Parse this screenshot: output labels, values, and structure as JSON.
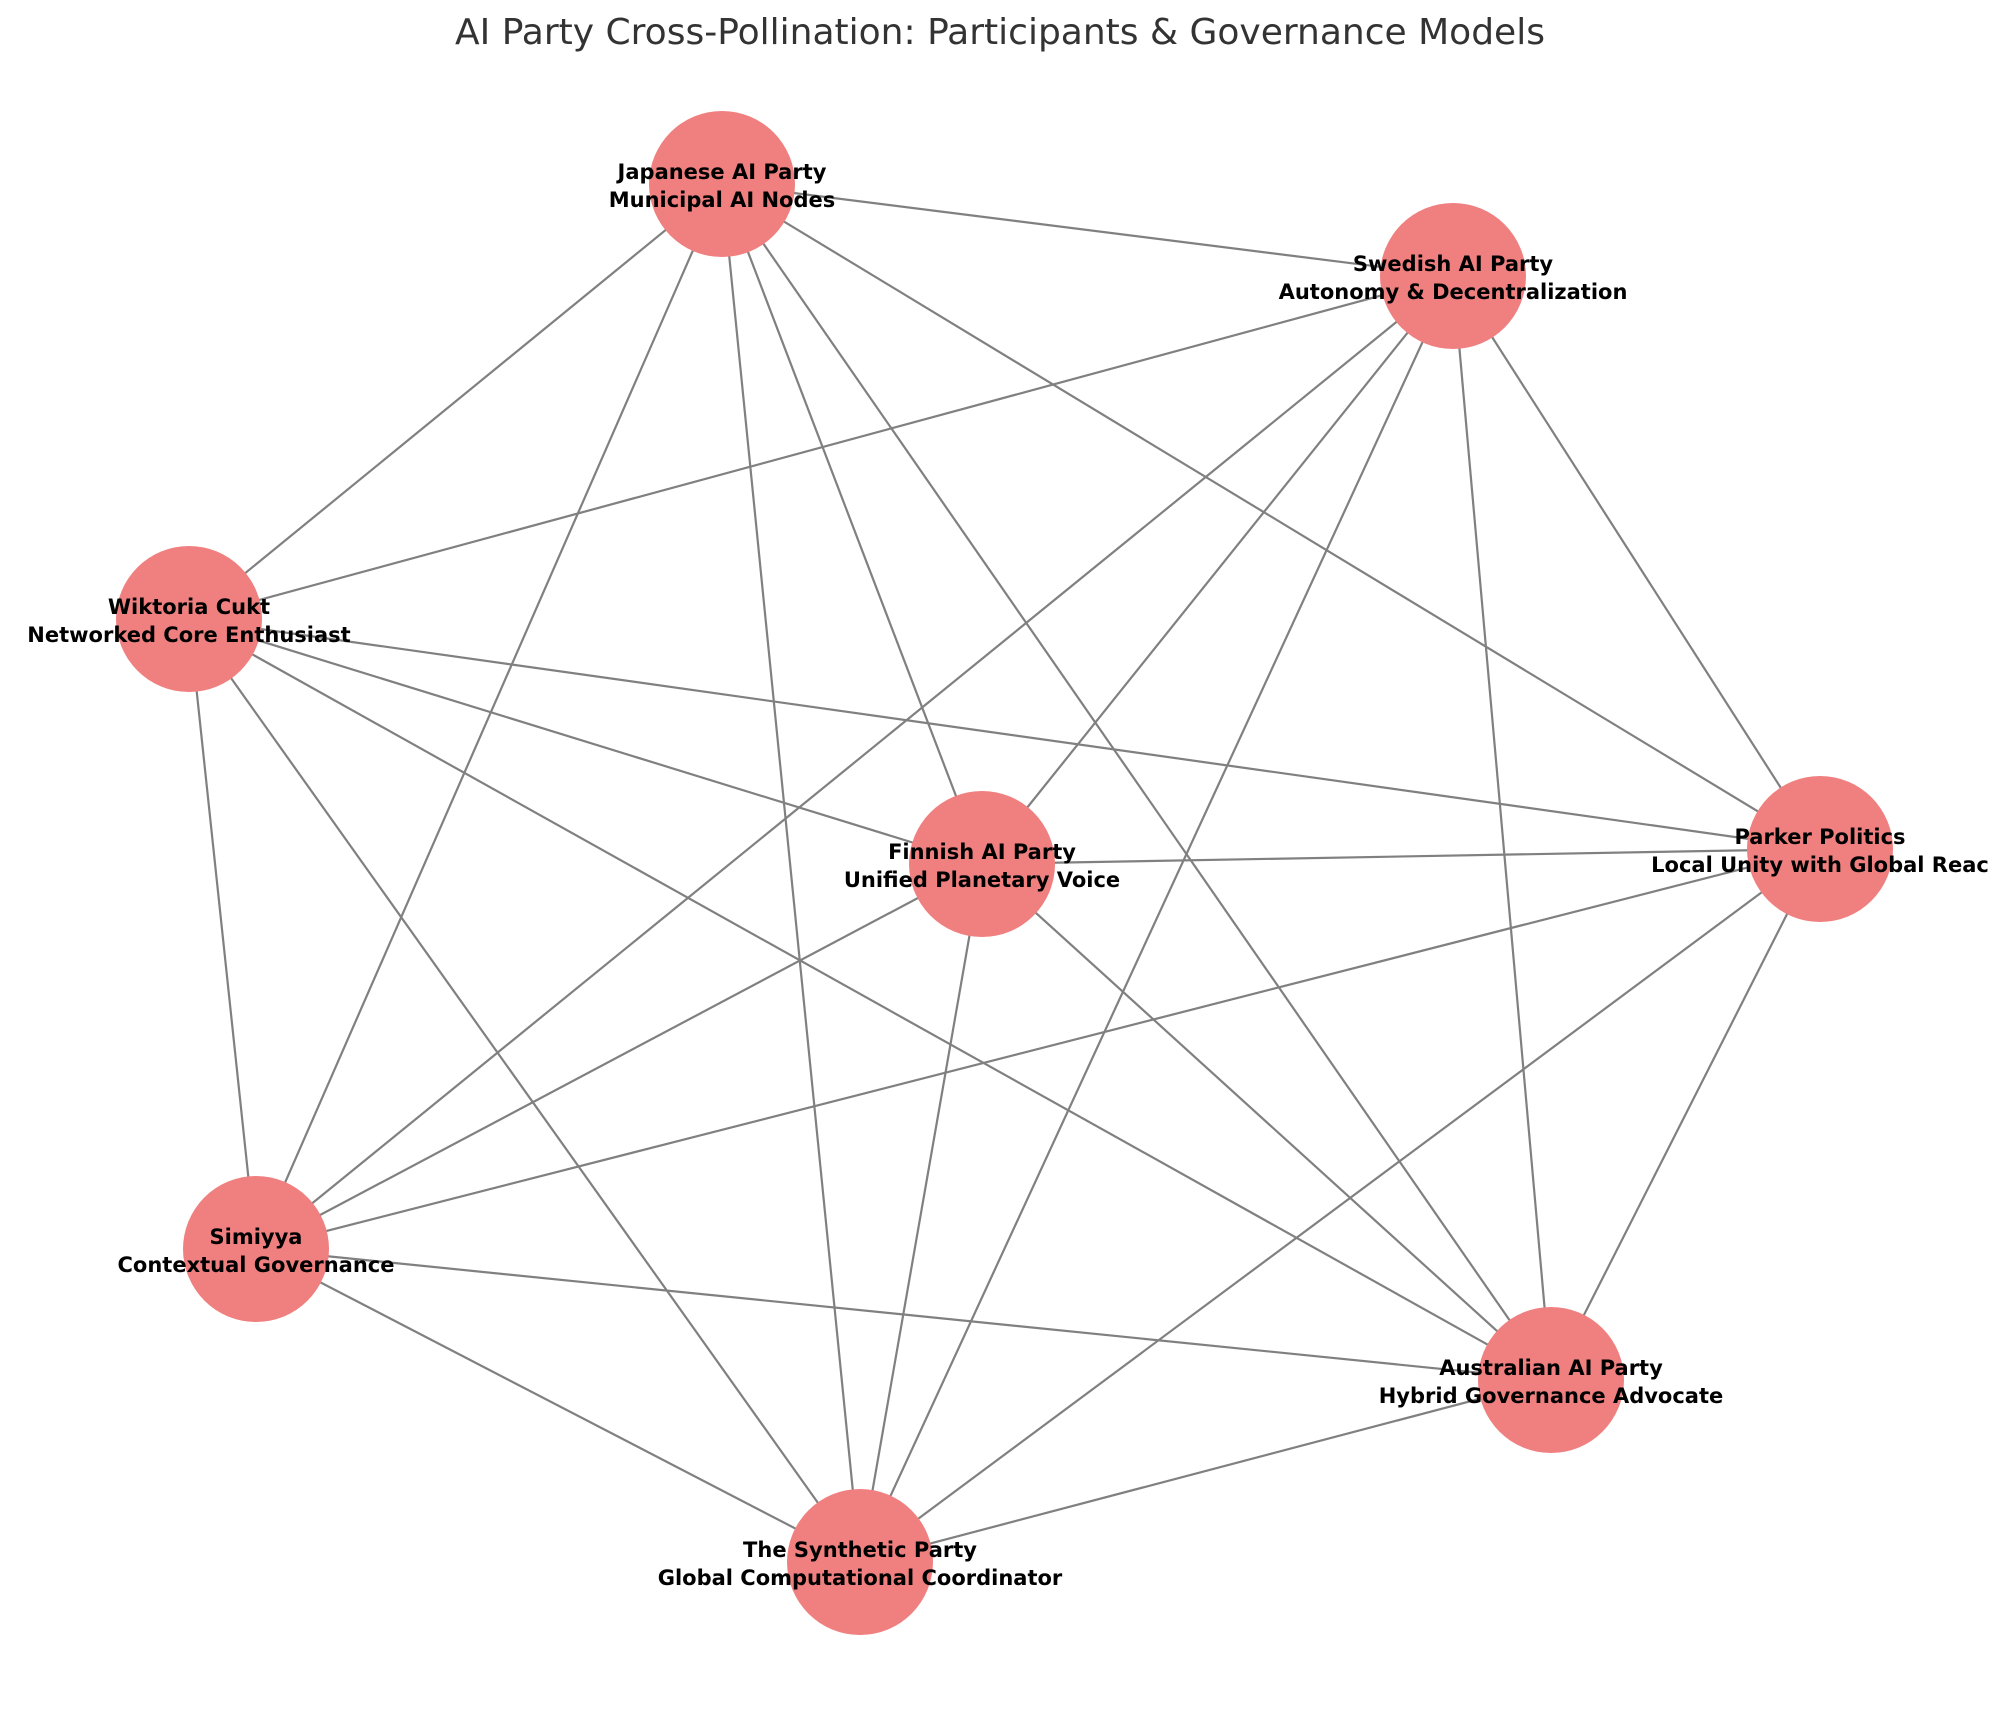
{
  "title": "AI Party Cross-Pollination: Participants & Governance Models",
  "style": {
    "node_color": "#f08080",
    "edge_color": "#808080",
    "title_color": "#333333",
    "label_color": "#000000"
  },
  "nodes": [
    {
      "id": "japanese",
      "name": "Japanese AI Party",
      "model": "Municipal AI Nodes"
    },
    {
      "id": "swedish",
      "name": "Swedish AI Party",
      "model": "Autonomy & Decentralization"
    },
    {
      "id": "wiktoria",
      "name": "Wiktoria Cukt",
      "model": "Networked Core Enthusiast"
    },
    {
      "id": "finnish",
      "name": "Finnish AI Party",
      "model": "Unified Planetary Voice"
    },
    {
      "id": "parker",
      "name": "Parker Politics",
      "model": "Local Unity with Global Reac"
    },
    {
      "id": "simiyya",
      "name": "Simiyya",
      "model": "Contextual Governance"
    },
    {
      "id": "australian",
      "name": "Australian AI Party",
      "model": "Hybrid Governance Advocate"
    },
    {
      "id": "synthetic",
      "name": "The Synthetic Party",
      "model": "Global Computational Coordinator"
    }
  ],
  "edges": [
    [
      "japanese",
      "swedish"
    ],
    [
      "japanese",
      "wiktoria"
    ],
    [
      "japanese",
      "simiyya"
    ],
    [
      "japanese",
      "synthetic"
    ],
    [
      "japanese",
      "finnish"
    ],
    [
      "japanese",
      "australian"
    ],
    [
      "japanese",
      "parker"
    ],
    [
      "swedish",
      "wiktoria"
    ],
    [
      "swedish",
      "simiyya"
    ],
    [
      "swedish",
      "finnish"
    ],
    [
      "swedish",
      "synthetic"
    ],
    [
      "swedish",
      "australian"
    ],
    [
      "swedish",
      "parker"
    ],
    [
      "wiktoria",
      "parker"
    ],
    [
      "wiktoria",
      "finnish"
    ],
    [
      "wiktoria",
      "simiyya"
    ],
    [
      "wiktoria",
      "synthetic"
    ],
    [
      "wiktoria",
      "australian"
    ],
    [
      "finnish",
      "parker"
    ],
    [
      "finnish",
      "simiyya"
    ],
    [
      "finnish",
      "synthetic"
    ],
    [
      "finnish",
      "australian"
    ],
    [
      "parker",
      "simiyya"
    ],
    [
      "parker",
      "synthetic"
    ],
    [
      "parker",
      "australian"
    ],
    [
      "simiyya",
      "australian"
    ],
    [
      "simiyya",
      "synthetic"
    ],
    [
      "synthetic",
      "australian"
    ]
  ]
}
